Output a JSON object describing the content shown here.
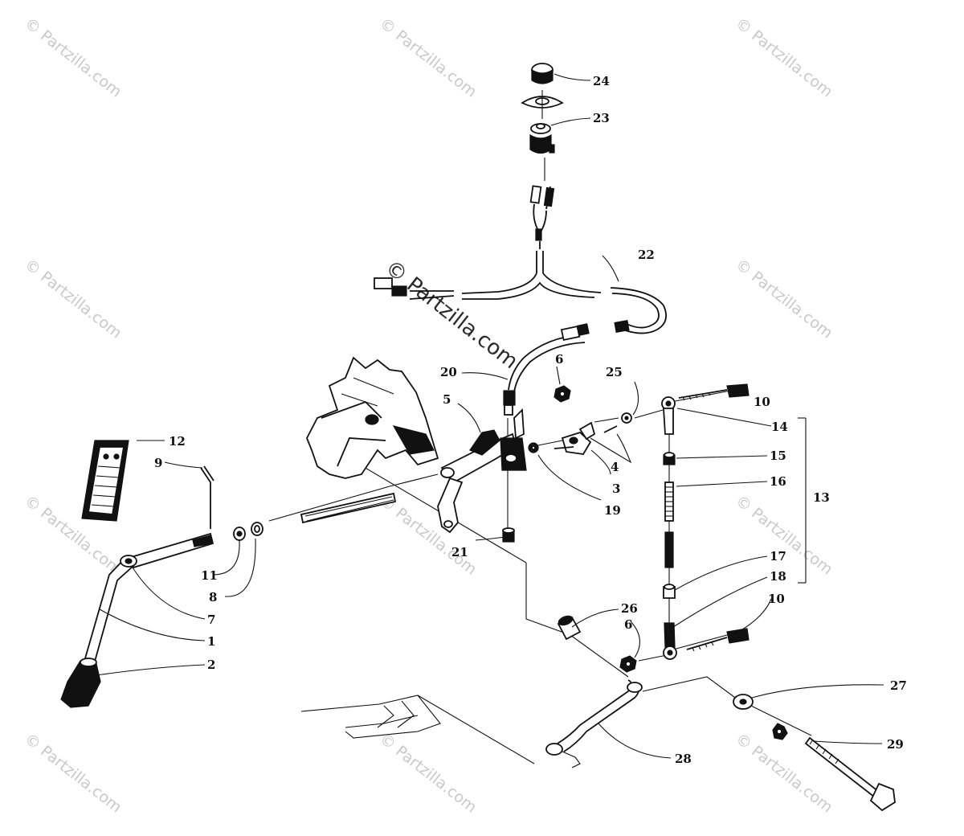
{
  "watermark": {
    "small": "© Partzilla.com",
    "main": "© Partzilla.com"
  },
  "callouts": {
    "c1": "1",
    "c2": "2",
    "c3": "3",
    "c4": "4",
    "c5": "5",
    "c6a": "6",
    "c6b": "6",
    "c7": "7",
    "c8": "8",
    "c9": "9",
    "c10a": "10",
    "c10b": "10",
    "c11": "11",
    "c12": "12",
    "c13": "13",
    "c14": "14",
    "c15": "15",
    "c16": "16",
    "c17": "17",
    "c18": "18",
    "c19": "19",
    "c20": "20",
    "c21": "21",
    "c22": "22",
    "c23": "23",
    "c24": "24",
    "c25": "25",
    "c26": "26",
    "c27": "27",
    "c28": "28",
    "c29": "29"
  }
}
